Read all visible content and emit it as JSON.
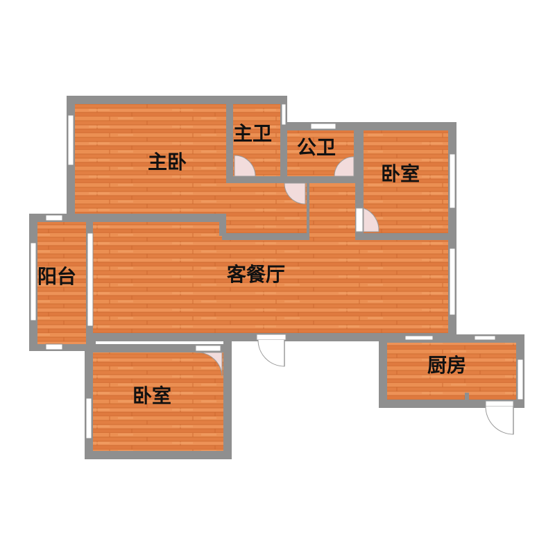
{
  "colors": {
    "wood": "#e8864a",
    "wood_dark": "#c9652c",
    "wood_light": "#f09a5e",
    "wall": "#8f8f8f",
    "window": "#ffffff",
    "door_swing": "#f2dcdc"
  },
  "rooms": {
    "master_bedroom": {
      "label": "主卧"
    },
    "master_bath": {
      "label": "主卫"
    },
    "public_bath": {
      "label": "公卫"
    },
    "bedroom_ne": {
      "label": "卧室"
    },
    "balcony": {
      "label": "阳台"
    },
    "living_dining": {
      "label": "客餐厅"
    },
    "bedroom_sw": {
      "label": "卧室"
    },
    "kitchen": {
      "label": "厨房"
    }
  }
}
